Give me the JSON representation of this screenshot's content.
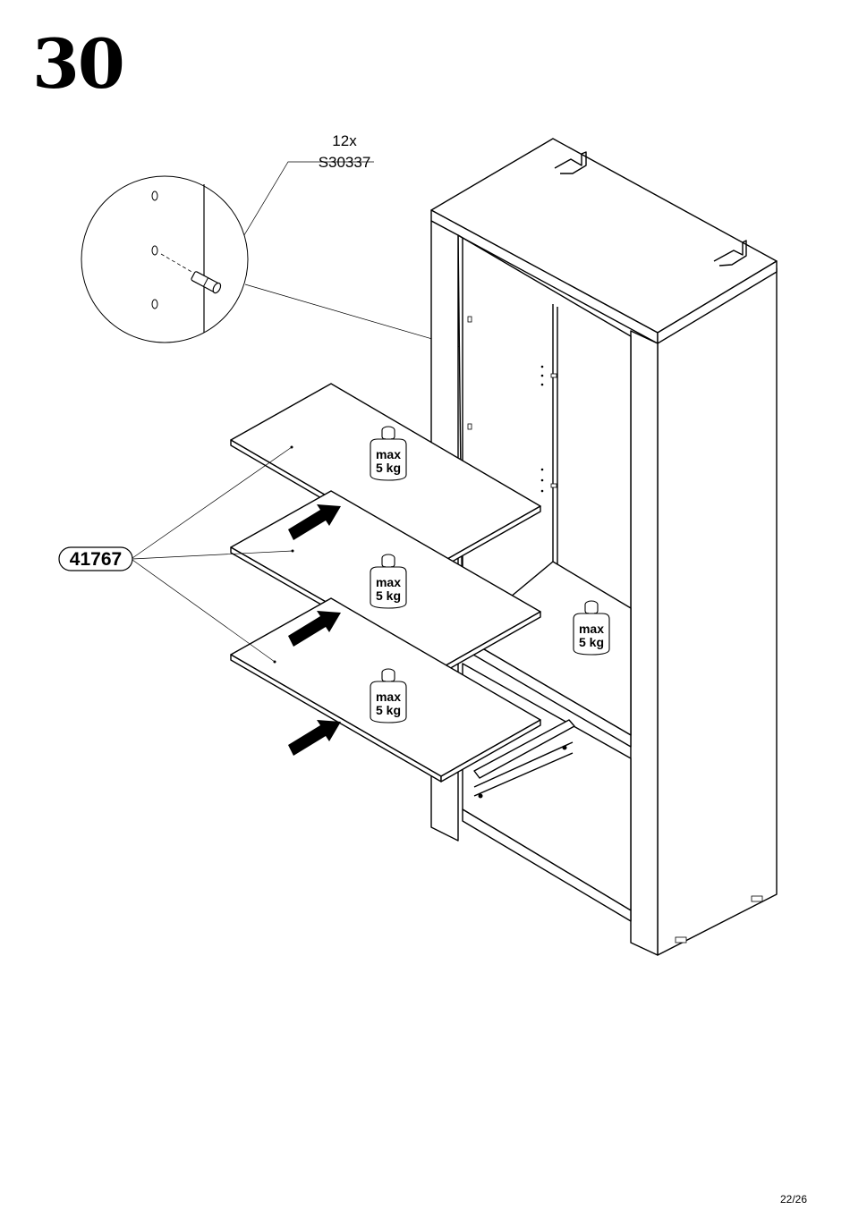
{
  "step": {
    "number": "30"
  },
  "hardware": {
    "quantity": "12x",
    "code": "S30337"
  },
  "part": {
    "code": "41767"
  },
  "weight_limit": {
    "line1": "max",
    "line2": "5 kg"
  },
  "footer": {
    "page": "22/26"
  },
  "icons": [
    "shelf-pin-detail-icon",
    "insert-arrow-icon",
    "weight-icon"
  ]
}
